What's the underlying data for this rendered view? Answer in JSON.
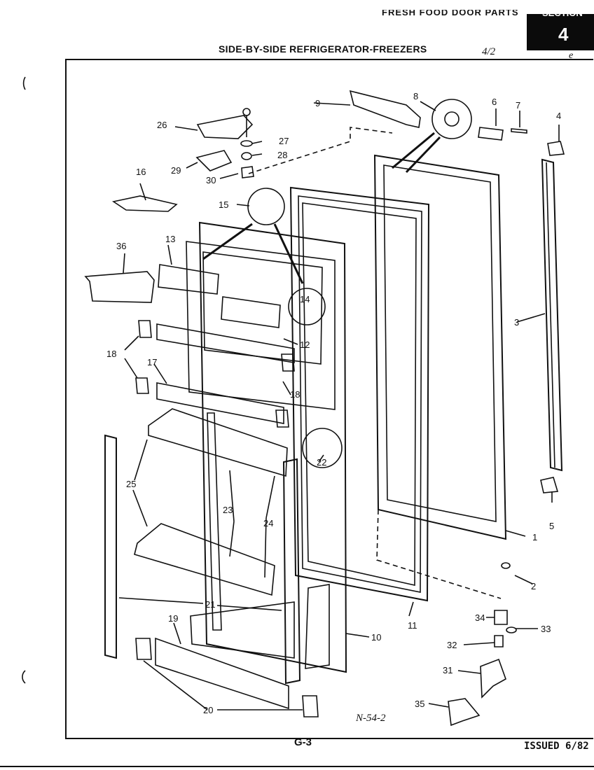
{
  "header": {
    "section_heading_partial": "FRESH FOOD DOOR PARTS",
    "section_label_partial": "SECTION",
    "section_number": "4",
    "title": "SIDE-BY-SIDE REFRIGERATOR-FREEZERS",
    "handwritten_page": "4/2",
    "handwritten_mark": "e"
  },
  "diagram": {
    "part_labels": {
      "p1": "1",
      "p2": "2",
      "p3": "3",
      "p4": "4",
      "p5": "5",
      "p6": "6",
      "p7": "7",
      "p8": "8",
      "p9": "9",
      "p10": "10",
      "p11": "11",
      "p12": "12",
      "p13": "13",
      "p14": "14",
      "p15": "15",
      "p16": "16",
      "p17": "17",
      "p18a": "18",
      "p18b": "18",
      "p19": "19",
      "p20": "20",
      "p21": "21",
      "p22": "22",
      "p23": "23",
      "p24": "24",
      "p25": "25",
      "p26": "26",
      "p27": "27",
      "p28": "28",
      "p29": "29",
      "p30": "30",
      "p31": "31",
      "p32": "32",
      "p33": "33",
      "p34": "34",
      "p35": "35",
      "p36": "36"
    },
    "drawing_code": "N-54-2"
  },
  "footer": {
    "page_code": "G-3",
    "issued": "ISSUED 6/82"
  }
}
